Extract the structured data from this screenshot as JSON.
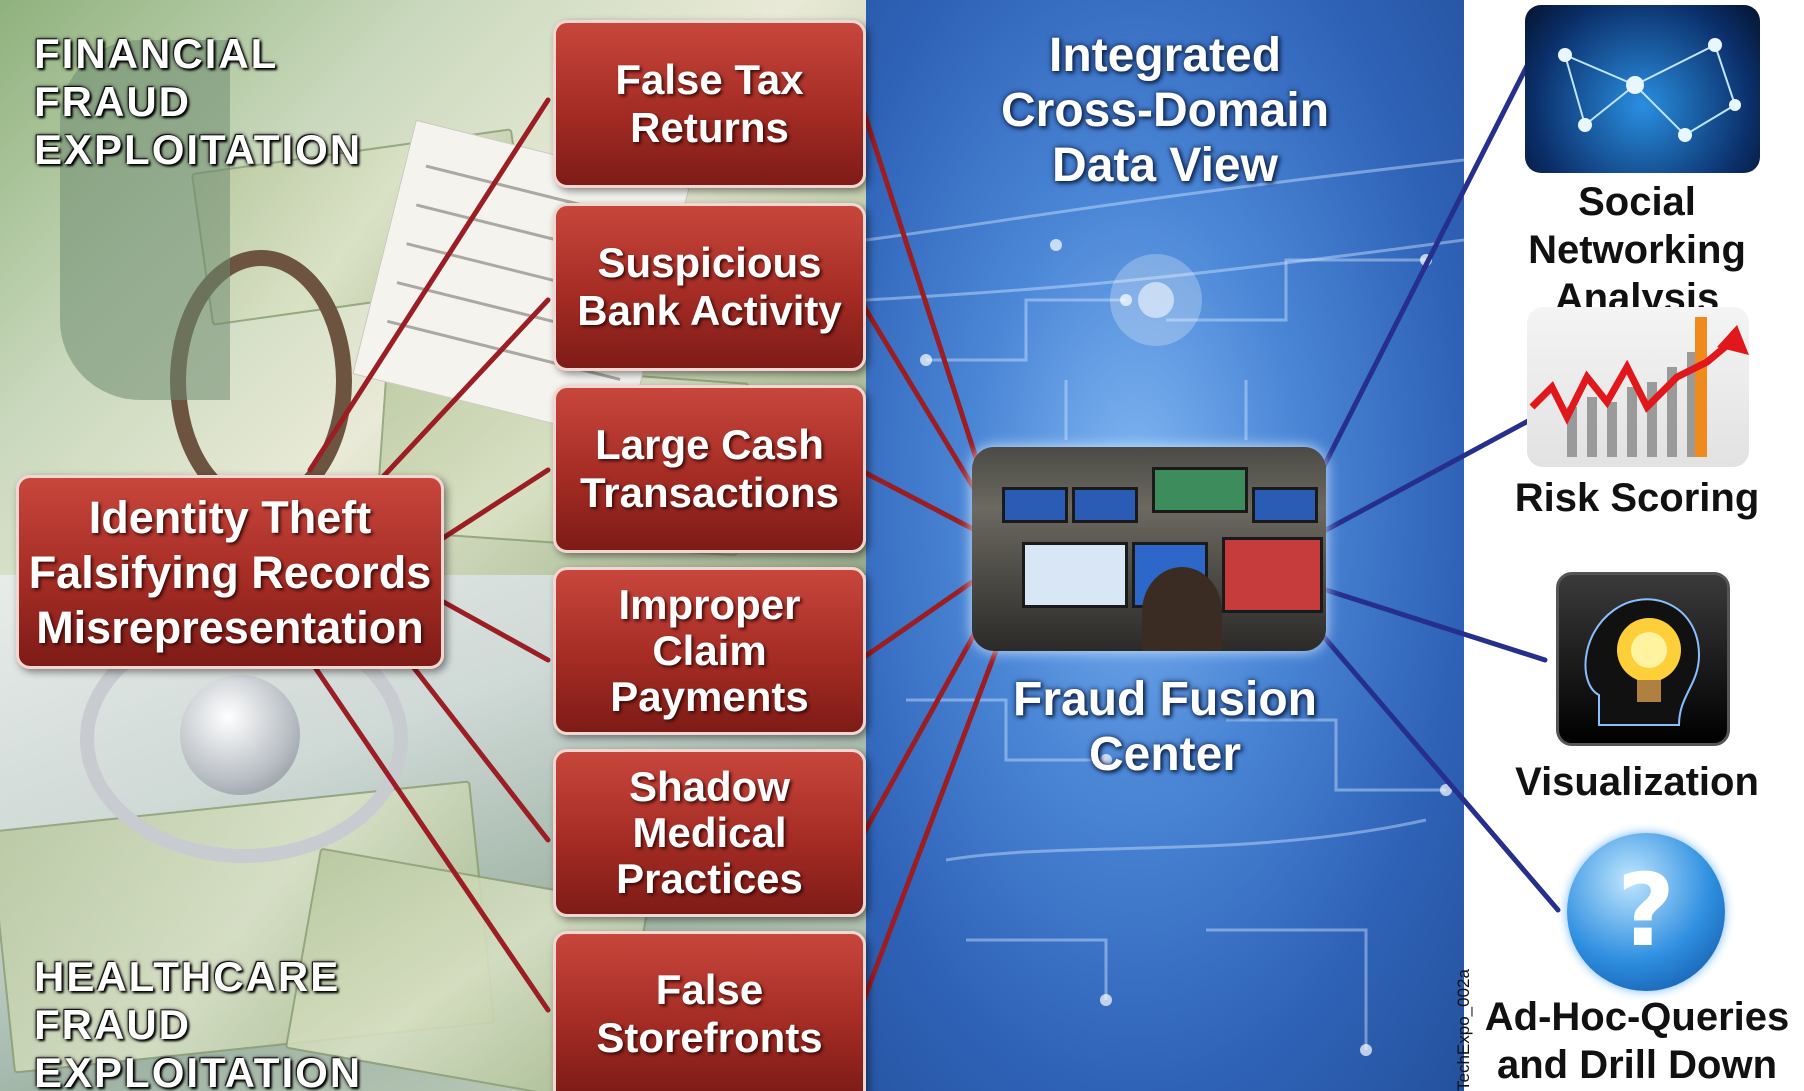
{
  "left_labels": {
    "financial": [
      "FINANCIAL",
      "FRAUD",
      "EXPLOITATION"
    ],
    "healthcare": [
      "HEALTHCARE",
      "FRAUD",
      "EXPLOITATION"
    ]
  },
  "identity_box": {
    "lines": [
      "Identity Theft",
      "Falsifying Records",
      "Misrepresentation"
    ]
  },
  "fraud_types": [
    {
      "lines": [
        "False Tax",
        "Returns"
      ]
    },
    {
      "lines": [
        "Suspicious",
        "Bank Activity"
      ]
    },
    {
      "lines": [
        "Large Cash",
        "Transactions"
      ]
    },
    {
      "lines": [
        "Improper",
        "Claim",
        "Payments"
      ]
    },
    {
      "lines": [
        "Shadow",
        "Medical",
        "Practices"
      ]
    },
    {
      "lines": [
        "False",
        "Storefronts"
      ]
    }
  ],
  "center": {
    "title_lines": [
      "Integrated",
      "Cross-Domain",
      "Data View"
    ],
    "hub_lines": [
      "Fraud Fusion",
      "Center"
    ]
  },
  "capabilities": [
    {
      "lines": [
        "Social Networking",
        "Analysis"
      ],
      "icon": "network-globe-icon"
    },
    {
      "lines": [
        "Risk Scoring"
      ],
      "icon": "rising-chart-icon"
    },
    {
      "lines": [
        "Visualization"
      ],
      "icon": "lightbulb-head-icon"
    },
    {
      "lines": [
        "Ad-Hoc-Queries",
        "and Drill Down"
      ],
      "icon": "question-mark-icon"
    }
  ],
  "credit": "TechExpo_002a",
  "colors": {
    "red_connector": "#9b1e24",
    "blue_connector": "#262f8c",
    "box_red": "#a42c24",
    "center_blue": "#3a72c8"
  }
}
